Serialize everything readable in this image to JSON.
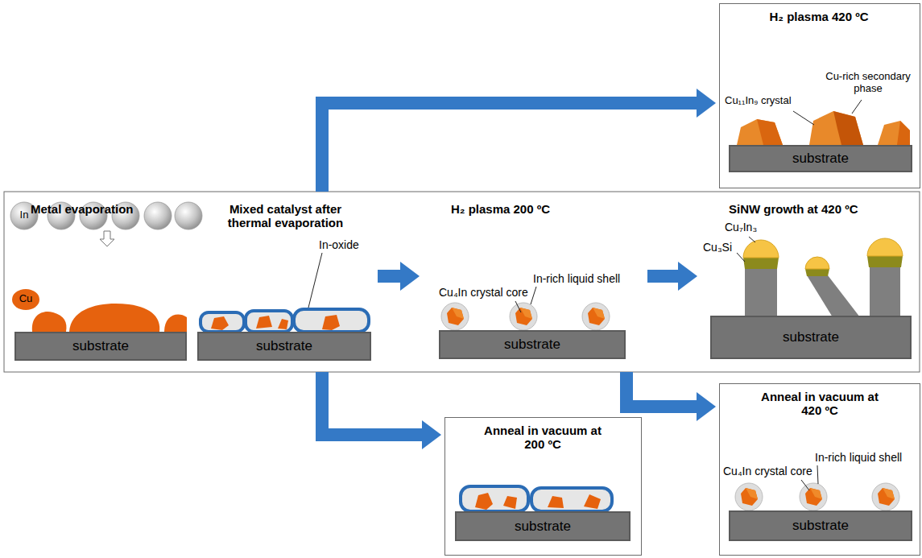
{
  "diagram": {
    "nodes": [
      {
        "text": [
          "Metal evaporation",
          "In",
          "Cu"
        ]
      },
      {
        "text": [
          "substrate"
        ],
        "in": 0
      },
      {
        "text": [
          "Mixed catalyst after thermal evaporation",
          "In-oxide"
        ]
      },
      {
        "text": [
          "substrate"
        ],
        "in": 2
      },
      {
        "text": [
          "H₂ plasma 200 ºC",
          "In-rich liquid shell",
          "Cu₄In crystal core"
        ]
      },
      {
        "text": [
          "substrate"
        ],
        "in": 4
      },
      {
        "text": [
          "SiNW growth at 420 ºC",
          "Cu₇In₃",
          "Cu₃Si"
        ]
      },
      {
        "text": [
          "substrate"
        ],
        "in": 6
      },
      {
        "text": [
          "H₂ plasma 420 ºC",
          "Cu-rich secondary phase",
          "Cu₁₁In₉ crystal"
        ]
      },
      {
        "text": [
          "substrate"
        ],
        "in": 8
      },
      {
        "text": [
          "Anneal in vacuum at 200 ºC"
        ]
      },
      {
        "text": [
          "substrate"
        ],
        "in": 10
      },
      {
        "text": [
          "Anneal in vacuum at 420 ºC",
          "In-rich liquid shell",
          "Cu₄In crystal core"
        ]
      },
      {
        "text": [
          "substrate"
        ],
        "in": 12
      }
    ],
    "edges": [
      {
        "from": 2,
        "to": 4,
        "arrow": "to"
      },
      {
        "from": 4,
        "to": 6,
        "arrow": "to"
      },
      {
        "from": 2,
        "to": 8,
        "arrow": "to"
      },
      {
        "from": 2,
        "to": 10,
        "arrow": "to"
      },
      {
        "from": 4,
        "to": 12,
        "arrow": "to"
      }
    ]
  }
}
